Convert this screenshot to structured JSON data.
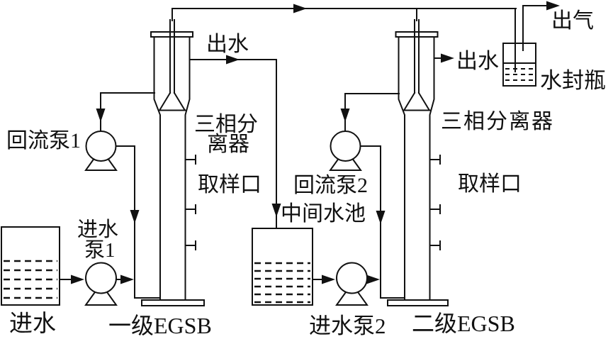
{
  "colors": {
    "line": "#111111",
    "background": "#ffffff",
    "text": "#111111"
  },
  "labels": {
    "gas_out": "出气",
    "water_seal_bottle": "水封瓶",
    "effluent_1": "出水",
    "effluent_2": "出水",
    "separator_1_line1": "三相分",
    "separator_1_line2": "离器",
    "separator_2": "三相分离器",
    "sampling_port_1": "取样口",
    "sampling_port_2": "取样口",
    "reflux_pump_1": "回流泵1",
    "reflux_pump_2": "回流泵2",
    "intermediate_tank": "中间水池",
    "feed_pump_1_line1": "进水",
    "feed_pump_1_line2": "泵1",
    "feed_pump_2": "进水泵2",
    "influent": "进水",
    "reactor_1": "一级EGSB",
    "reactor_2": "二级EGSB"
  }
}
